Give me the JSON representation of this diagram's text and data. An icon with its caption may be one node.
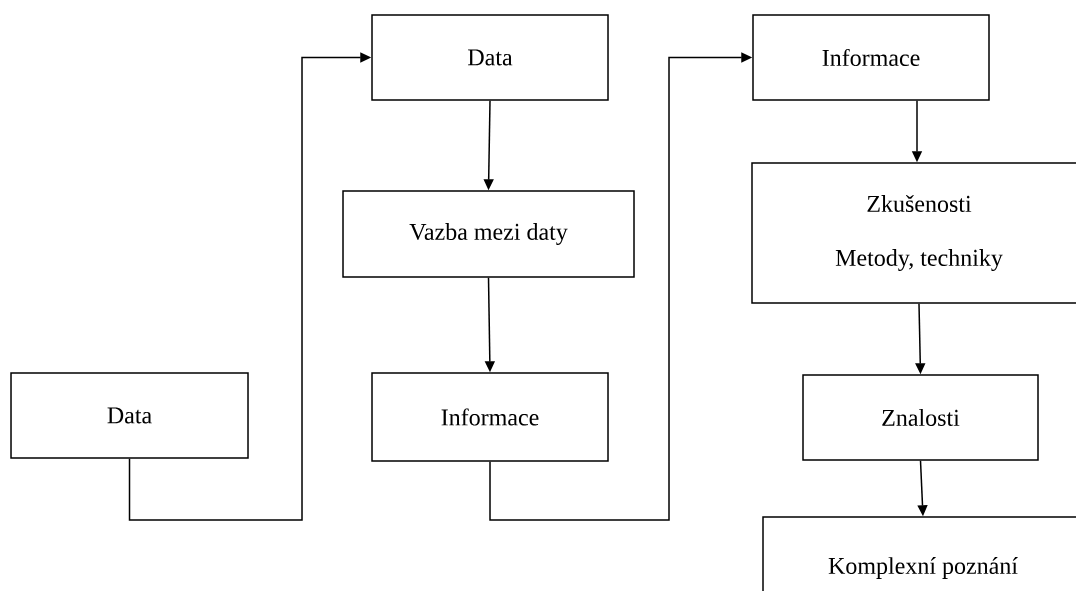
{
  "diagram": {
    "nodes": [
      {
        "text": [
          "Data"
        ]
      },
      {
        "text": [
          "Data"
        ]
      },
      {
        "text": [
          "Vazba mezi daty"
        ]
      },
      {
        "text": [
          "Informace"
        ]
      },
      {
        "text": [
          "Informace"
        ]
      },
      {
        "text": [
          "Zkušenosti",
          "Metody, techniky"
        ]
      },
      {
        "text": [
          "Znalosti"
        ]
      },
      {
        "text": [
          "Komplexní poznání"
        ]
      }
    ],
    "edges": [
      {
        "from": 0,
        "to": 1,
        "arrow": "to"
      },
      {
        "from": 1,
        "to": 2,
        "arrow": "to"
      },
      {
        "from": 2,
        "to": 3,
        "arrow": "to"
      },
      {
        "from": 3,
        "to": 4,
        "arrow": "to"
      },
      {
        "from": 4,
        "to": 5,
        "arrow": "to"
      },
      {
        "from": 5,
        "to": 6,
        "arrow": "to"
      },
      {
        "from": 6,
        "to": 7,
        "arrow": "to"
      }
    ]
  }
}
